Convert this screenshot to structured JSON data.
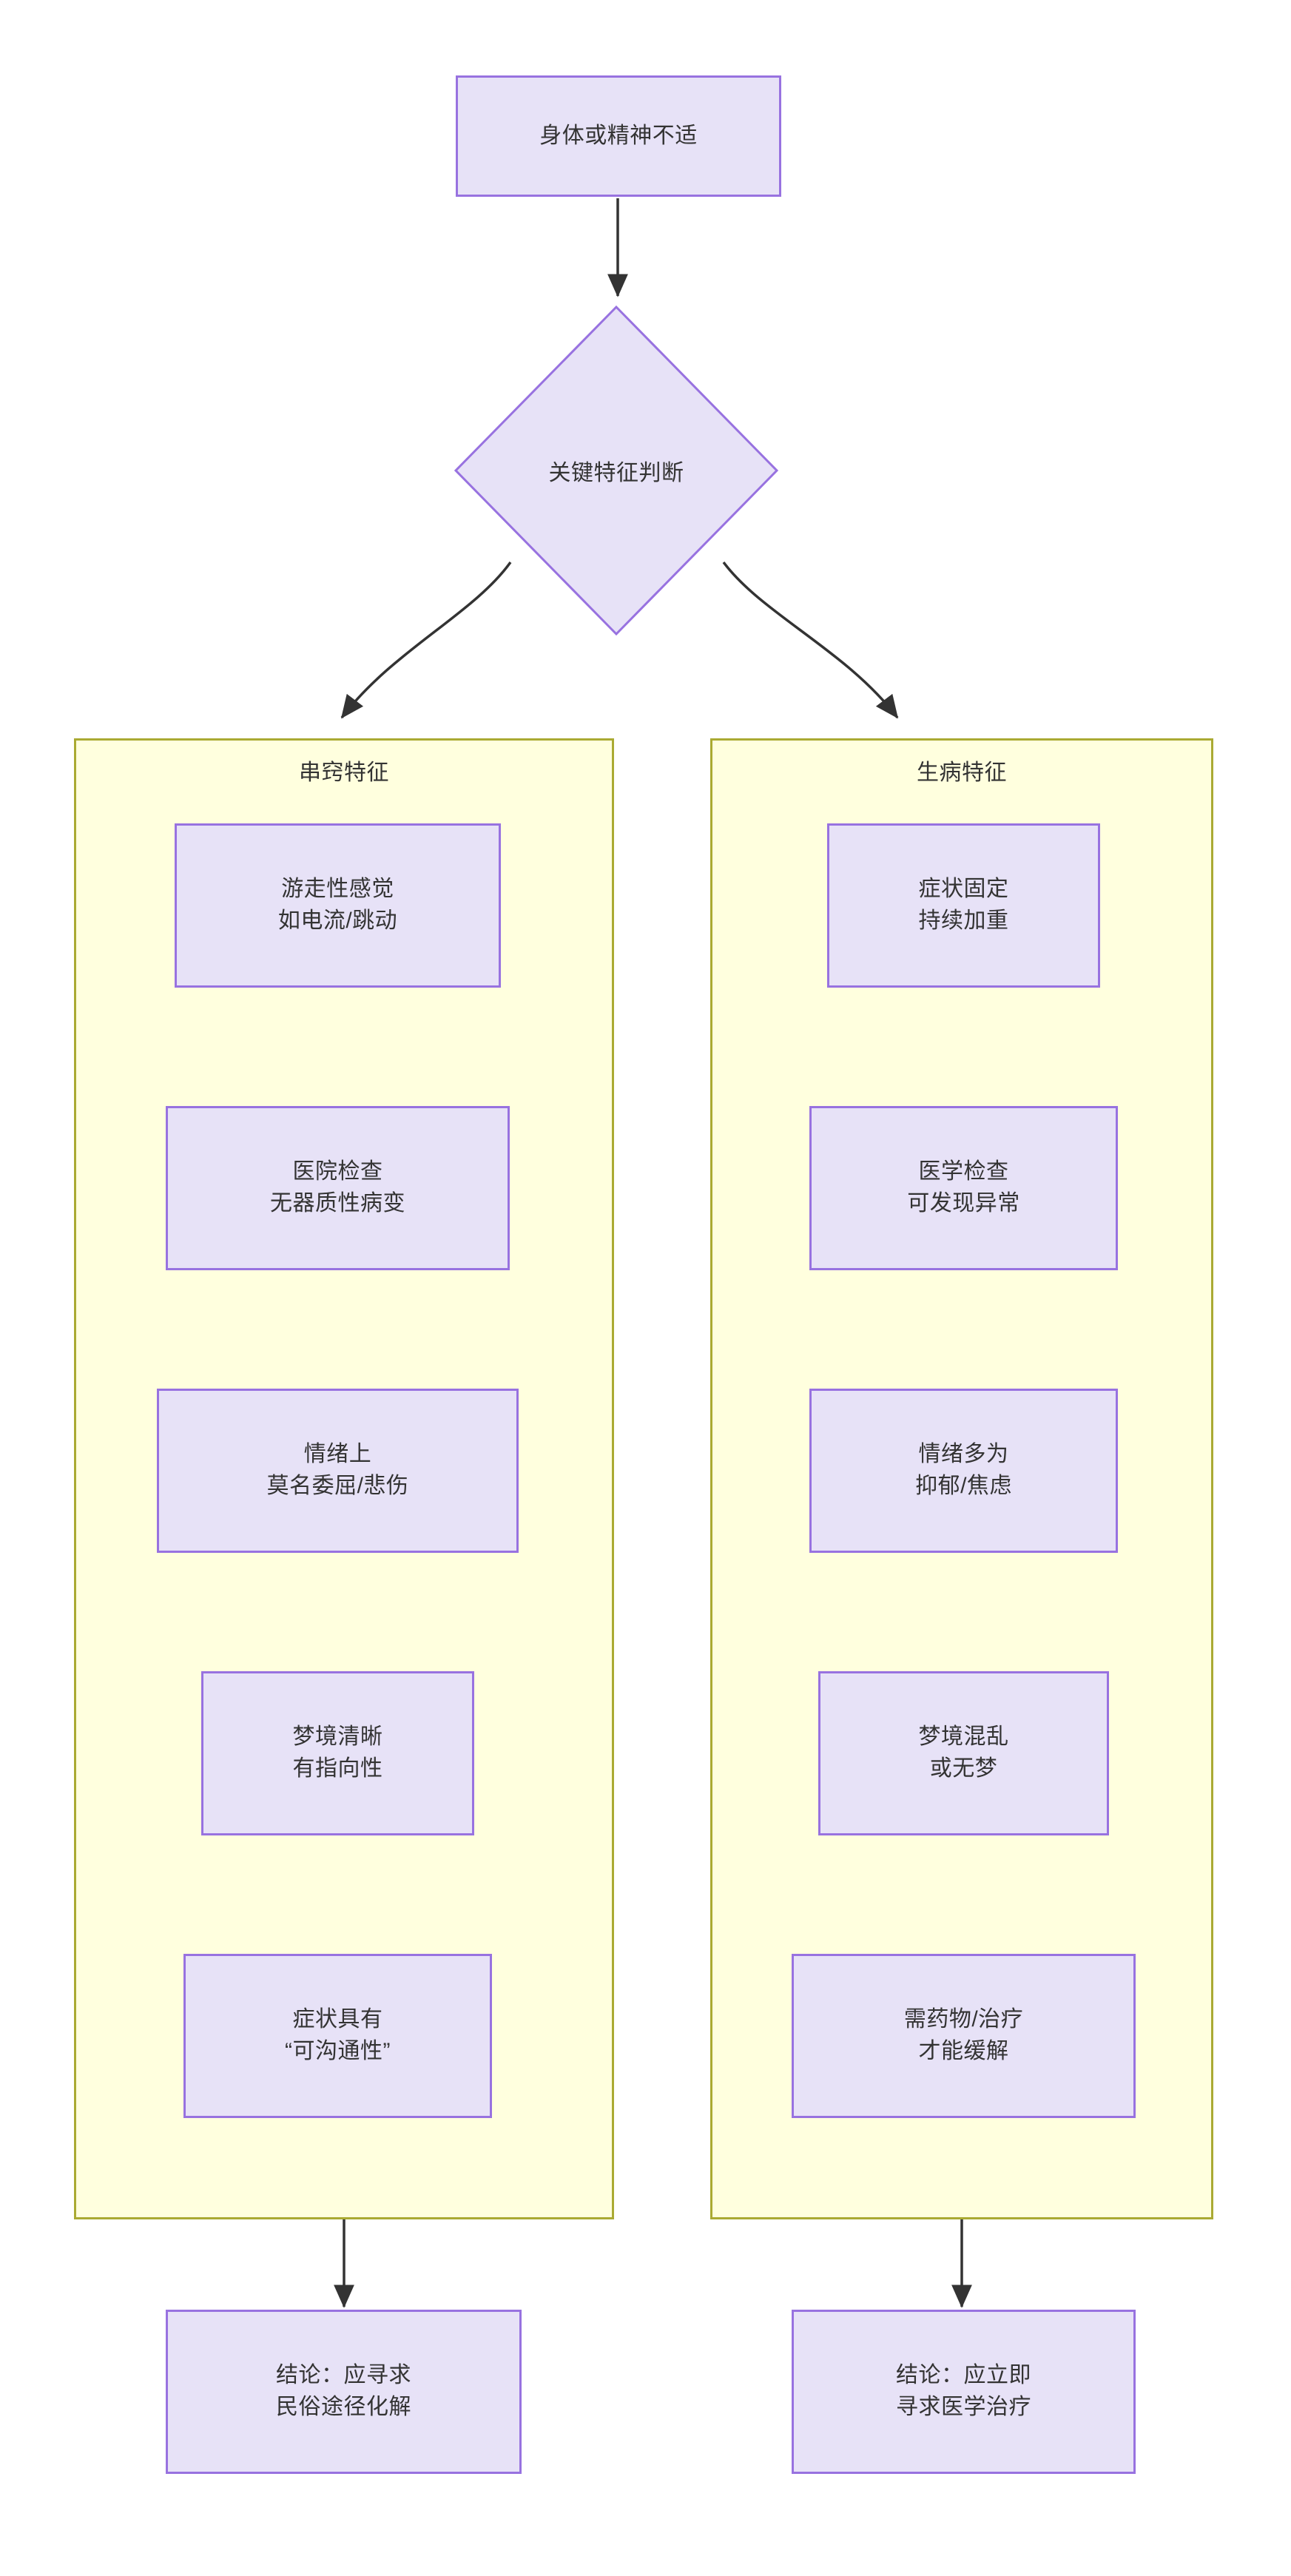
{
  "diagram": {
    "type": "flowchart",
    "direction": "top-down",
    "colors": {
      "node_fill": "#e7e2f7",
      "node_stroke": "#9872e0",
      "cluster_fill": "#ffffde",
      "cluster_stroke": "#aaaa33",
      "text": "#333333",
      "edge": "#333333",
      "background": "#ffffff"
    },
    "start": {
      "id": "A",
      "shape": "rectangle",
      "label": "身体或精神不适"
    },
    "decision": {
      "id": "B",
      "shape": "diamond",
      "label": "关键特征判断"
    },
    "clusters": [
      {
        "id": "chuanqiao",
        "title": "串窍特征",
        "nodes": [
          {
            "id": "C1",
            "line1": "游走性感觉",
            "line2": "如电流/跳动"
          },
          {
            "id": "C2",
            "line1": "医院检查",
            "line2": "无器质性病变"
          },
          {
            "id": "C3",
            "line1": "情绪上",
            "line2": "莫名委屈/悲伤"
          },
          {
            "id": "C4",
            "line1": "梦境清晰",
            "line2": "有指向性"
          },
          {
            "id": "C5",
            "line1": "症状具有",
            "line2": "“可沟通性”"
          }
        ],
        "conclusion": {
          "id": "E1",
          "line1": "结论：应寻求",
          "line2": "民俗途径化解"
        }
      },
      {
        "id": "shengbing",
        "title": "生病特征",
        "nodes": [
          {
            "id": "D1",
            "line1": "症状固定",
            "line2": "持续加重"
          },
          {
            "id": "D2",
            "line1": "医学检查",
            "line2": "可发现异常"
          },
          {
            "id": "D3",
            "line1": "情绪多为",
            "line2": "抑郁/焦虑"
          },
          {
            "id": "D4",
            "line1": "梦境混乱",
            "line2": "或无梦"
          },
          {
            "id": "D5",
            "line1": "需药物/治疗",
            "line2": "才能缓解"
          }
        ],
        "conclusion": {
          "id": "E2",
          "line1": "结论：应立即",
          "line2": "寻求医学治疗"
        }
      }
    ],
    "edges": [
      {
        "from": "A",
        "to": "B",
        "arrow": "down"
      },
      {
        "from": "B",
        "to": "chuanqiao",
        "arrow": "down-left"
      },
      {
        "from": "B",
        "to": "shengbing",
        "arrow": "down-right"
      },
      {
        "from": "chuanqiao",
        "to": "E1",
        "arrow": "down"
      },
      {
        "from": "shengbing",
        "to": "E2",
        "arrow": "down"
      }
    ]
  }
}
